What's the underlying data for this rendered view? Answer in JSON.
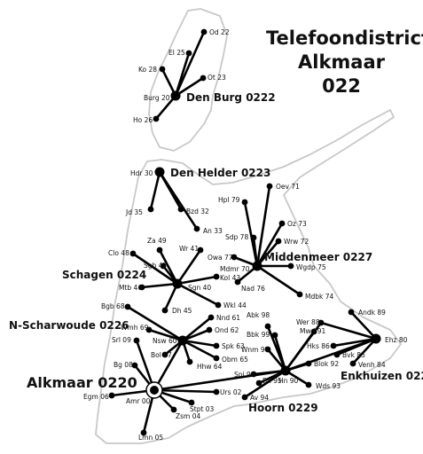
{
  "title": {
    "line1": "Telefoondistrict",
    "line2": "Alkmaar",
    "line3": "022"
  },
  "colors": {
    "coastline": "#c8c8c8",
    "lines": "#000000",
    "text": "#111111"
  },
  "districts": {
    "den_burg": "Den Burg 0222",
    "den_helder": "Den Helder 0223",
    "middenmeer": "Middenmeer 0227",
    "schagen": "Schagen 0224",
    "n_scharwoude": "N-Scharwoude 0226",
    "enkhuizen": "Enkhuizen 0228",
    "alkmaar": "Alkmaar 0220",
    "hoorn": "Hoorn 0229"
  },
  "exchanges": {
    "burg20": "Burg 20",
    "od22": "Od 22",
    "el25": "El 25",
    "ko28": "Ko 28",
    "ot23": "Ot 23",
    "ho26": "Ho 26",
    "hdr30": "Hdr 30",
    "jd35": "Jd 35",
    "bzd32": "Bzd 32",
    "an33": "An 33",
    "oev71": "Oev 71",
    "hpl79": "Hpl 79",
    "oz73": "Oz 73",
    "sdp78": "Sdp 78",
    "wrw72": "Wrw 72",
    "owa77": "Owa 77",
    "mdmr70": "Mdmr 70",
    "wgdp75": "Wgdp 75",
    "nad76": "Nad 76",
    "mdbk74": "Mdbk 74",
    "za49": "Za 49",
    "wr41": "Wr 41",
    "clo48": "Clo 48",
    "sgb47": "Sgb 47",
    "kol43": "Kol 43",
    "mtb46": "Mtb 46",
    "sgn40": "Sgn 40",
    "wkl44": "Wkl 44",
    "dh45": "Dh 45",
    "bgb68": "Bgb 68",
    "nnd61": "Nnd 61",
    "wmh69": "Wmh 69",
    "ond62": "Ond 62",
    "nsw60": "Nsw 60",
    "spk63": "Spk 63",
    "bol67": "Bol 67",
    "obm65": "Obm 65",
    "hhw64": "Hhw 64",
    "abk98": "Abk 98",
    "mwd91": "Mwd 91",
    "wer88": "Wer 88",
    "andk89": "Andk 89",
    "bbk99": "Bbk 99",
    "wnm97": "Wnm 97",
    "hks86": "Hks 86",
    "ehz80": "Ehz 80",
    "bvk85": "Bvk 85",
    "blok92": "Blok 92",
    "venh84": "Venh 84",
    "spi96": "Spi 96",
    "bh95": "Bh 95",
    "hn90": "Hn 90",
    "wds93": "Wds 93",
    "av94": "Av 94",
    "srl09": "Srl 09",
    "bg08": "Bg 08",
    "egm06": "Egm 06",
    "amr00": "Amr 00",
    "urs02": "Urs 02",
    "stpt03": "Stpt 03",
    "zsm04": "Zsm 04",
    "lmn05": "Lmn 05"
  }
}
